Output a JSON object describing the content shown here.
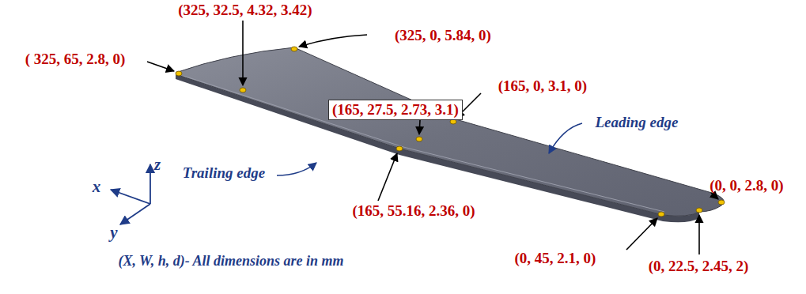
{
  "diagram": {
    "caption": "(X, W, h, d)- All dimensions are in mm",
    "nodes": [
      {
        "text": [
          "(165, 27.5, 2.73, 3.1)"
        ]
      }
    ],
    "labels": [
      "(325, 32.5, 4.32, 3.42)",
      "(325, 0, 5.84, 0)",
      "( 325, 65, 2.8, 0)",
      "(165, 0, 3.1, 0)",
      "Leading edge",
      "(0, 0, 2.8, 0)",
      "Trailing edge",
      "(165, 55.16, 2.36, 0)",
      "(0, 45, 2.1, 0)",
      "(0, 22.5, 2.45, 2)",
      "z",
      "x",
      "y"
    ]
  }
}
